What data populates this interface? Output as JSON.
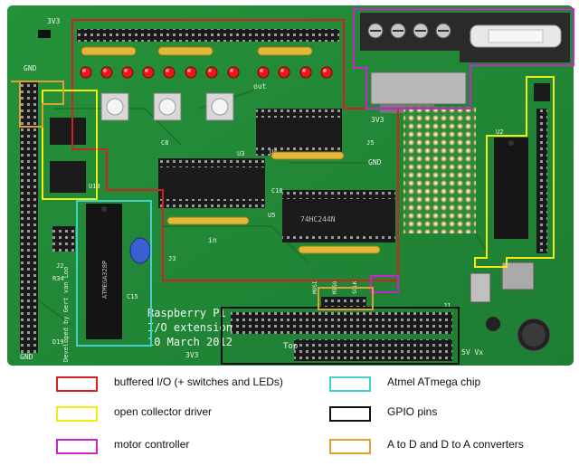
{
  "image": {
    "subject": "Raspberry Pi I/O extension board (Gertboard) with colour-coded section outlines"
  },
  "board": {
    "title_line1": "Raspberry Pi",
    "title_line2": "I/O extension",
    "title_line3": "10 March 2012",
    "top_label": "Top",
    "supply_label": "5V Vx",
    "developer_text": "Developed by Gert van Loo",
    "chip_buffer": "74HC244N",
    "chip_atmega": "ATMEGA328P",
    "label_3v3_top": "3V3",
    "label_3v3_mid": "3V3",
    "label_3v3_bottom": "3V3",
    "label_gnd": "GND",
    "label_gnd_bottom": "GND",
    "label_gnd_right": "GND",
    "label_out": "out",
    "label_in": "in",
    "label_u3": "U3",
    "label_u4": "U4",
    "label_u5": "U5",
    "label_u2": "U2",
    "label_u10": "U10",
    "label_j2": "J2",
    "label_j5": "J5",
    "label_j3": "J3",
    "label_j1": "J1",
    "label_c8": "C8",
    "label_c10": "C10",
    "label_c15": "C15",
    "label_d19": "D19",
    "label_r34": "R34",
    "label_mosi": "MOSI",
    "label_miso": "MISO",
    "label_sclk": "SCLK"
  },
  "outline_colors": {
    "red": "#d62020",
    "yellow": "#f0ee10",
    "magenta": "#cc22cc",
    "cyan": "#22c8c8",
    "black": "#111111",
    "orange": "#e0a030"
  },
  "legend": {
    "items": [
      {
        "label": "buffered I/O (+ switches and LEDs)",
        "color": "#d62020"
      },
      {
        "label": "Atmel ATmega chip",
        "color": "#40d0d0"
      },
      {
        "label": "open collector driver",
        "color": "#f0ee10"
      },
      {
        "label": "GPIO pins",
        "color": "#111111"
      },
      {
        "label": "motor controller",
        "color": "#cc22cc"
      },
      {
        "label": "A to D and D to A converters",
        "color": "#e0a030"
      }
    ]
  }
}
